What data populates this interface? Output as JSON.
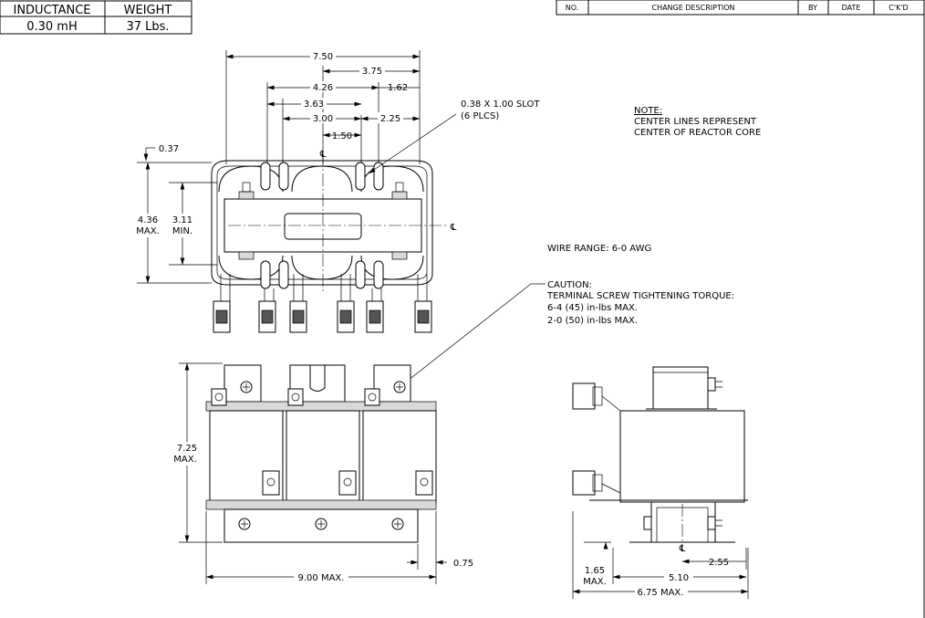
{
  "spec_table": {
    "headers": [
      "INDUCTANCE",
      "WEIGHT"
    ],
    "values": [
      "0.30 mH",
      "37 Lbs."
    ]
  },
  "revision_table": {
    "headers": [
      "NO.",
      "CHANGE DESCRIPTION",
      "BY",
      "DATE",
      "C'K'D"
    ]
  },
  "top_view": {
    "dims": {
      "overall_width": "7.50",
      "half_width": "3.75",
      "slot_span_outer": "4.26",
      "right_offset": "1.62",
      "slot_span_mid": "3.63",
      "slot_span_inner": "3.00",
      "right_inner": "2.25",
      "slot_pitch": "1.50",
      "left_offset": "0.37",
      "height_max": "4.36",
      "height_min": "3.11"
    },
    "height_max_suffix": "MAX.",
    "height_min_suffix": "MIN.",
    "slot_note": "0.38 X 1.00 SLOT",
    "slot_count": "(6 PLCS)",
    "centerline": "℄"
  },
  "notes": {
    "heading": "NOTE:",
    "line1": "CENTER LINES REPRESENT",
    "line2": "CENTER OF REACTOR CORE",
    "wire_range": "WIRE RANGE: 6-0 AWG",
    "caution_heading": "CAUTION:",
    "caution_line1": "TERMINAL SCREW TIGHTENING TORQUE:",
    "caution_line2": "6-4 (45) in-lbs MAX.",
    "caution_line3": "2-0 (50) in-lbs MAX."
  },
  "front_view": {
    "height": "7.25",
    "height_suffix": "MAX.",
    "width": "9.00 MAX.",
    "foot": "0.75"
  },
  "side_view": {
    "base_height": "1.65",
    "base_height_suffix": "MAX.",
    "cl_offset": "2.55",
    "mount_width": "5.10",
    "overall_depth": "6.75 MAX.",
    "centerline": "℄"
  }
}
